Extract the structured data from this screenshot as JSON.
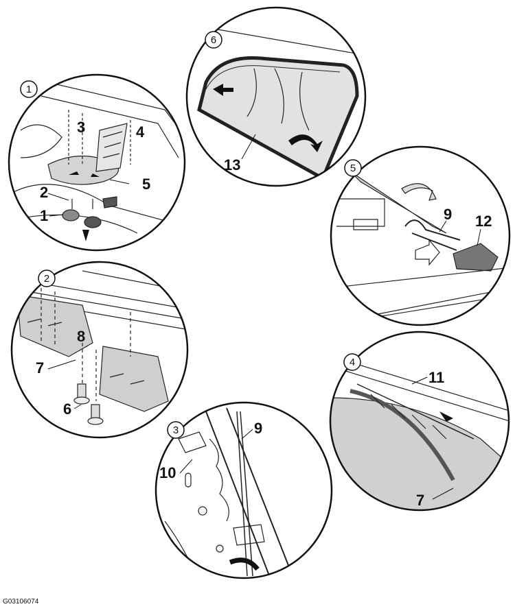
{
  "figure_id": "G03106074",
  "panels": [
    {
      "step": "1",
      "callouts": [
        "3",
        "4",
        "2",
        "5",
        "1"
      ]
    },
    {
      "step": "2",
      "callouts": [
        "8",
        "7",
        "6"
      ]
    },
    {
      "step": "3",
      "callouts": [
        "9",
        "10"
      ]
    },
    {
      "step": "4",
      "callouts": [
        "11",
        "7"
      ]
    },
    {
      "step": "5",
      "callouts": [
        "9",
        "12"
      ]
    },
    {
      "step": "6",
      "callouts": [
        "13"
      ]
    }
  ]
}
